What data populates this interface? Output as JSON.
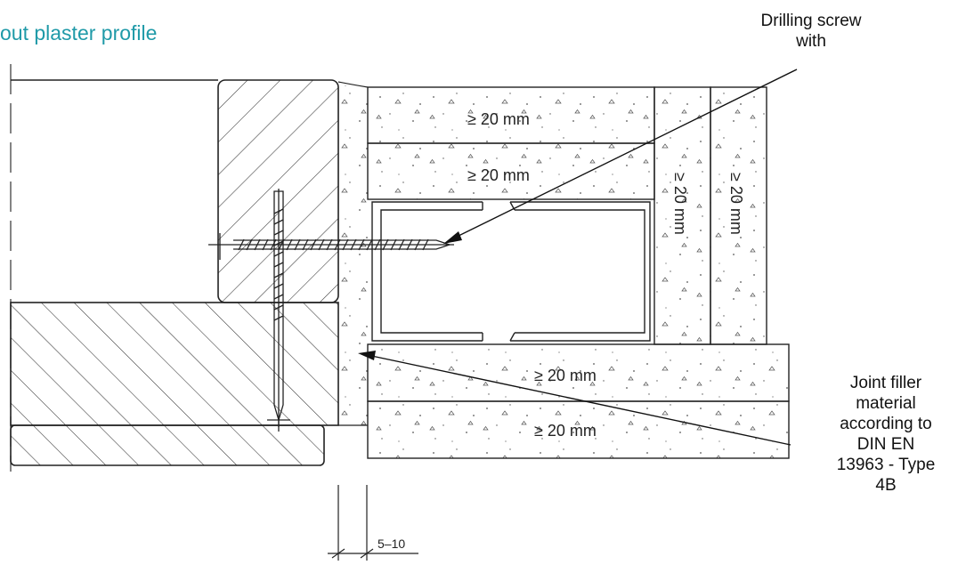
{
  "section_title": "out plaster profile",
  "labels": {
    "drilling_screw": [
      "Drilling screw",
      "with"
    ],
    "joint_filler": [
      "Joint filler",
      "material",
      "according to",
      "DIN EN",
      "13963 - Type",
      "4B"
    ]
  },
  "dimensions": {
    "top_layer_1": "≥ 20 mm",
    "top_layer_2": "≥ 20 mm",
    "side_layer_1": "≥ 20 mm",
    "side_layer_2": "≥ 20 mm",
    "bottom_layer_1": "≥ 20 mm",
    "bottom_layer_2": "≥ 20 mm",
    "gap": "5–10"
  },
  "colors": {
    "title": "#1f9aa8",
    "line": "#222222"
  }
}
